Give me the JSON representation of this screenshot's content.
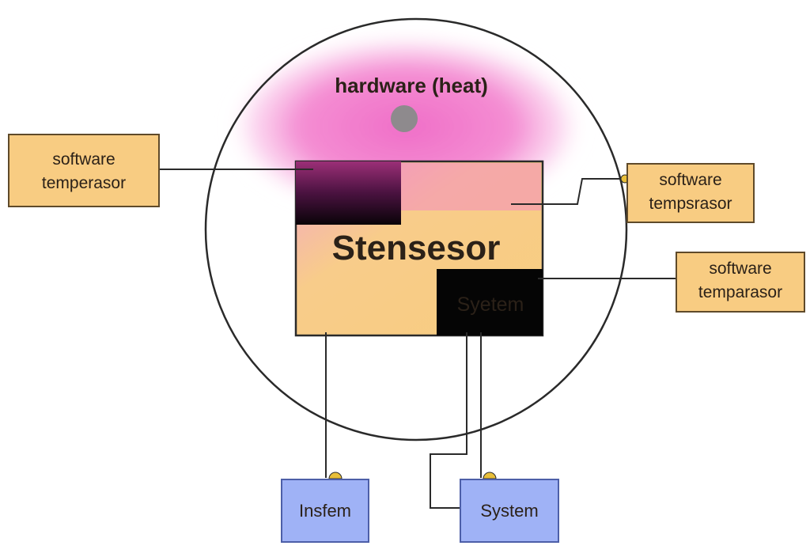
{
  "diagram": {
    "heat_label": "hardware  (heat)",
    "sensor_label": "Stensesor",
    "system_block_label": "Syetem",
    "left_box": {
      "line1": "software",
      "line2": "temperasor"
    },
    "right_top_box": {
      "line1": "software",
      "line2": "tempsrasor"
    },
    "right_mid_box": {
      "line1": "software",
      "line2": "temparasor"
    },
    "bottom_left_box": {
      "label": "Insfem"
    },
    "bottom_right_box": {
      "label": "System"
    }
  },
  "colors": {
    "background": "#ffffff",
    "outline": "#2a2a2a",
    "heat_pink": "#f06ec8",
    "heat_spot": "#8a8a8a",
    "sensor_fill": "#f7cd80",
    "software_box_fill": "#f8cc82",
    "software_box_border": "#7a5a2a",
    "system_box_fill": "#9fb2f6",
    "system_box_border": "#5a6ab0",
    "black_block": "#050505",
    "connector_dot": "#e8bf3a"
  }
}
